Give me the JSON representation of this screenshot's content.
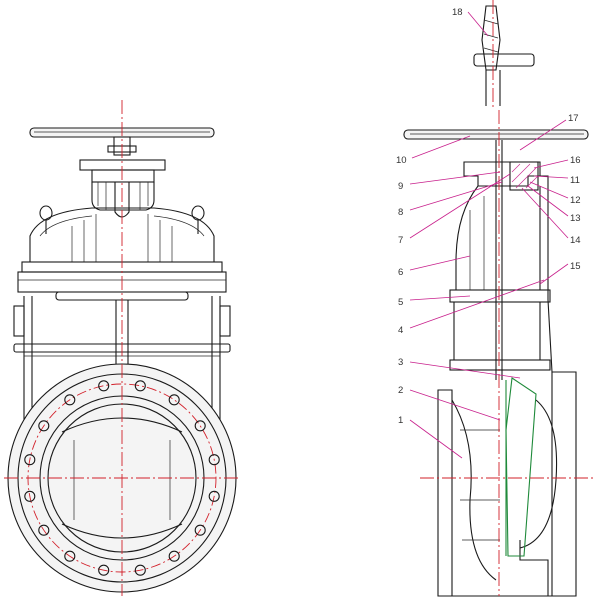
{
  "diagram": {
    "part_numbers": [
      {
        "id": "p1",
        "label": "1"
      },
      {
        "id": "p2",
        "label": "2"
      },
      {
        "id": "p3",
        "label": "3"
      },
      {
        "id": "p4",
        "label": "4"
      },
      {
        "id": "p5",
        "label": "5"
      },
      {
        "id": "p6",
        "label": "6"
      },
      {
        "id": "p7",
        "label": "7"
      },
      {
        "id": "p8",
        "label": "8"
      },
      {
        "id": "p9",
        "label": "9"
      },
      {
        "id": "p10",
        "label": "10"
      },
      {
        "id": "p11",
        "label": "11"
      },
      {
        "id": "p12",
        "label": "12"
      },
      {
        "id": "p13",
        "label": "13"
      },
      {
        "id": "p14",
        "label": "14"
      },
      {
        "id": "p15",
        "label": "15"
      },
      {
        "id": "p16",
        "label": "16"
      },
      {
        "id": "p17",
        "label": "17"
      },
      {
        "id": "p18",
        "label": "18"
      }
    ],
    "colors": {
      "line": "#1a1a1a",
      "centerline": "#d2202a",
      "leader": "#c8208c",
      "section": "#1f8a3a"
    }
  }
}
